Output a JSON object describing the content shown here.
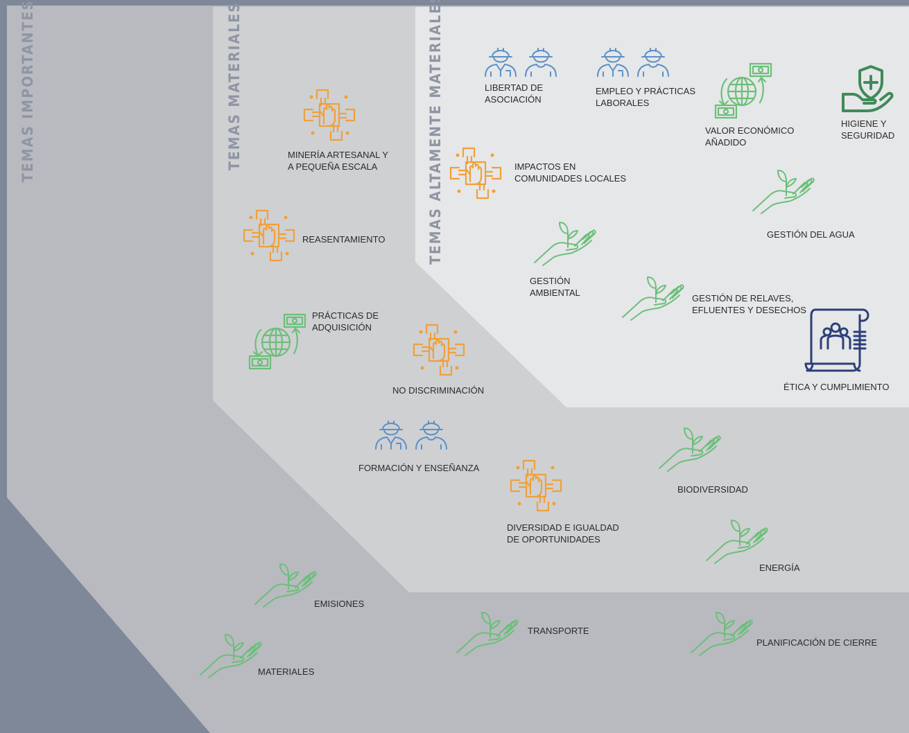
{
  "zones": {
    "important": "TEMAS IMPORTANTES",
    "material": "TEMAS MATERIALES",
    "highly_material": "TEMAS ALTAMENTE MATERIALES"
  },
  "colors": {
    "background": "#7f8899",
    "zone_important": "#b8babf",
    "zone_material": "#cfd0d2",
    "zone_highly_material": "#e6e7e8",
    "icon_orange": "#f0a03a",
    "icon_blue": "#5b8fc9",
    "icon_green": "#6bbf7a",
    "icon_navy": "#2c3e7a",
    "icon_darkgreen": "#3f8a5a"
  },
  "topics": [
    {
      "id": "libertad-asociacion",
      "label": "LIBERTAD DE\nASOCIACIÓN",
      "icon": "workers-icon"
    },
    {
      "id": "empleo-practicas",
      "label": "EMPLEO Y PRÁCTICAS\nLABORALES",
      "icon": "workers-icon"
    },
    {
      "id": "valor-economico",
      "label": "VALOR ECONÓMICO\nAÑADIDO",
      "icon": "globe-money-icon"
    },
    {
      "id": "higiene-seguridad",
      "label": "HIGIENE Y\nSEGURIDAD",
      "icon": "health-shield-hand-icon"
    },
    {
      "id": "impactos-comunidades",
      "label": "IMPACTOS EN\nCOMUNIDADES LOCALES",
      "icon": "hands-together-icon"
    },
    {
      "id": "gestion-agua",
      "label": "GESTIÓN DEL AGUA",
      "icon": "plant-hand-icon"
    },
    {
      "id": "gestion-ambiental",
      "label": "GESTIÓN\nAMBIENTAL",
      "icon": "plant-hand-icon"
    },
    {
      "id": "gestion-relaves",
      "label": "GESTIÓN DE RELAVES,\nEFLUENTES Y DESECHOS",
      "icon": "plant-hand-icon"
    },
    {
      "id": "etica",
      "label": "ÉTICA Y CUMPLIMIENTO",
      "icon": "document-people-icon"
    },
    {
      "id": "mineria-artesanal",
      "label": "MINERÍA ARTESANAL Y\nA PEQUEÑA ESCALA",
      "icon": "hands-together-icon"
    },
    {
      "id": "reasentamiento",
      "label": "REASENTAMIENTO",
      "icon": "hands-together-icon"
    },
    {
      "id": "practicas-adquisicion",
      "label": "PRÁCTICAS DE\nADQUISICIÓN",
      "icon": "globe-money-icon"
    },
    {
      "id": "no-discriminacion",
      "label": "NO DISCRIMINACIÓN",
      "icon": "hands-together-icon"
    },
    {
      "id": "formacion",
      "label": "FORMACIÓN Y ENSEÑANZA",
      "icon": "workers-icon"
    },
    {
      "id": "diversidad",
      "label": "DIVERSIDAD E IGUALDAD\nDE OPORTUNIDADES",
      "icon": "hands-together-icon"
    },
    {
      "id": "biodiversidad",
      "label": "BIODIVERSIDAD",
      "icon": "plant-hand-icon"
    },
    {
      "id": "energia",
      "label": "ENERGÍA",
      "icon": "plant-hand-icon"
    },
    {
      "id": "emisiones",
      "label": "EMISIONES",
      "icon": "plant-hand-icon"
    },
    {
      "id": "materiales",
      "label": "MATERIALES",
      "icon": "plant-hand-icon"
    },
    {
      "id": "transporte",
      "label": "TRANSPORTE",
      "icon": "plant-hand-icon"
    },
    {
      "id": "planificacion-cierre",
      "label": "PLANIFICACIÓN DE CIERRE",
      "icon": "plant-hand-icon"
    }
  ]
}
